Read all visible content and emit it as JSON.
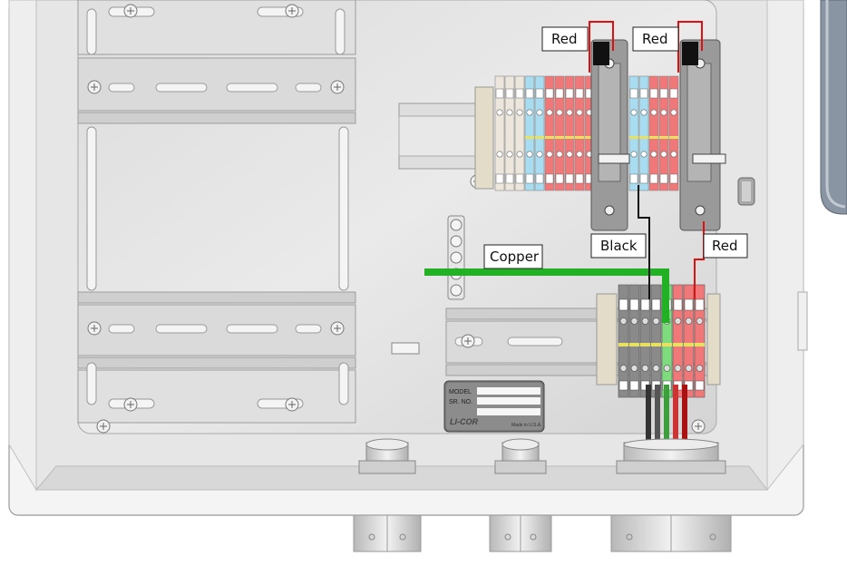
{
  "callouts": {
    "red_1": "Red",
    "red_2": "Red",
    "black": "Black",
    "red_3": "Red",
    "copper": "Copper"
  },
  "nameplate": {
    "model_label": "MODEL",
    "serial_label": "SR. NO.",
    "brand": "LI-COR",
    "origin": "Made in U.S.A."
  },
  "colors": {
    "red_wire": "#e01010",
    "black_wire": "#111111",
    "copper_bar": "#22b024",
    "terminal_red": "#f07878",
    "terminal_blue": "#a8dcf0",
    "terminal_gray": "#8a8a8a",
    "terminal_green": "#7edc7e"
  }
}
